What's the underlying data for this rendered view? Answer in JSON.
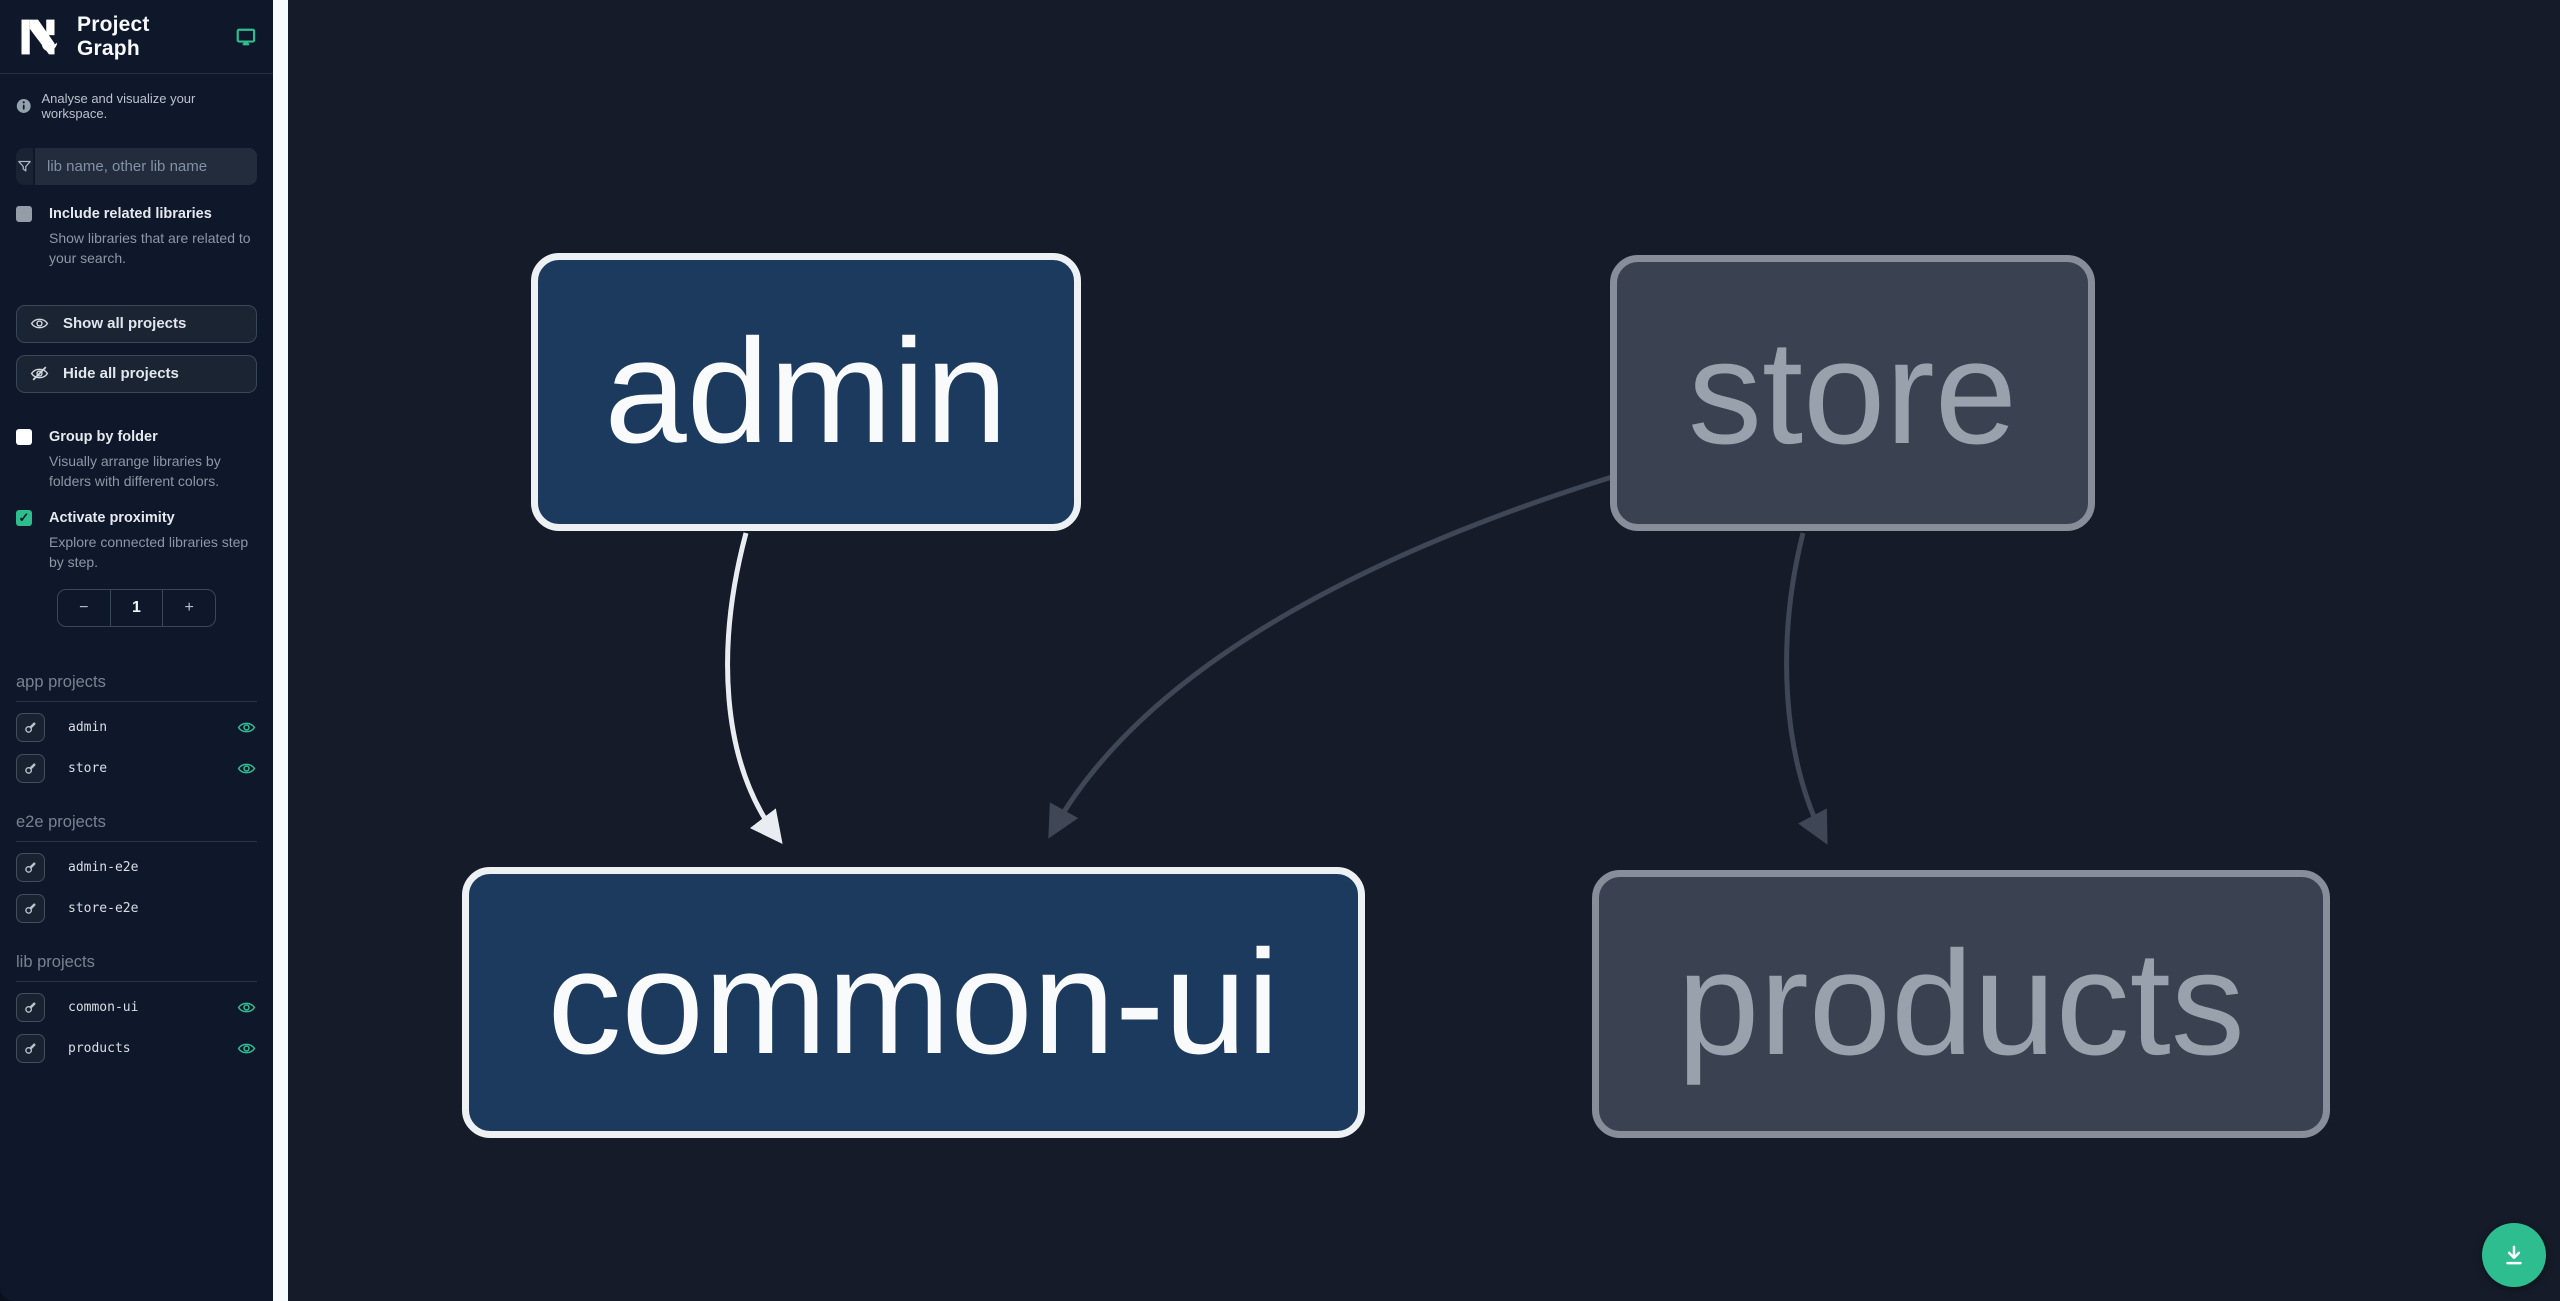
{
  "header": {
    "title": "Project Graph",
    "logo": "nx-logo",
    "connected_icon": "monitor-icon"
  },
  "sidebar": {
    "tagline": "Analyse and visualize your workspace.",
    "search": {
      "placeholder": "lib name, other lib name",
      "value": ""
    },
    "include_related": {
      "label": "Include related libraries",
      "description": "Show libraries that are related to your search.",
      "checked": false
    },
    "show_all_label": "Show all projects",
    "hide_all_label": "Hide all projects",
    "group_by_folder": {
      "label": "Group by folder",
      "description": "Visually arrange libraries by folders with different colors.",
      "checked": false
    },
    "activate_proximity": {
      "label": "Activate proximity",
      "description": "Explore connected libraries step by step.",
      "checked": true,
      "check_glyph": "✓"
    },
    "proximity_stepper": {
      "decrement": "−",
      "value": "1",
      "increment": "+"
    },
    "sections": [
      {
        "title": "app projects",
        "items": [
          {
            "name": "admin",
            "visible": true
          },
          {
            "name": "store",
            "visible": true
          }
        ]
      },
      {
        "title": "e2e projects",
        "items": [
          {
            "name": "admin-e2e",
            "visible": false
          },
          {
            "name": "store-e2e",
            "visible": false
          }
        ]
      },
      {
        "title": "lib projects",
        "items": [
          {
            "name": "common-ui",
            "visible": true
          },
          {
            "name": "products",
            "visible": true
          }
        ]
      }
    ]
  },
  "graph": {
    "nodes": [
      {
        "id": "admin",
        "label": "admin",
        "type": "app",
        "state": "highlighted"
      },
      {
        "id": "store",
        "label": "store",
        "type": "app",
        "state": "faded"
      },
      {
        "id": "common-ui",
        "label": "common-ui",
        "type": "lib",
        "state": "highlighted"
      },
      {
        "id": "products",
        "label": "products",
        "type": "lib",
        "state": "faded"
      }
    ],
    "edges": [
      {
        "source": "admin",
        "target": "common-ui",
        "state": "highlighted"
      },
      {
        "source": "store",
        "target": "common-ui",
        "state": "faded"
      },
      {
        "source": "store",
        "target": "products",
        "state": "faded"
      }
    ]
  },
  "fab": {
    "icon": "download-icon"
  },
  "colors": {
    "accent_teal": "#2ebd8e",
    "sidebar_bg": "#0f172a",
    "canvas_bg": "#151b29",
    "divider": "#f8fafc",
    "node_active_fill": "#1c3a5e",
    "node_active_border": "#eef1f4",
    "node_faded_fill": "#3a4251",
    "node_faded_border": "#878e9a",
    "edge_active": "#e9edf1",
    "edge_faded": "#3f4756"
  }
}
